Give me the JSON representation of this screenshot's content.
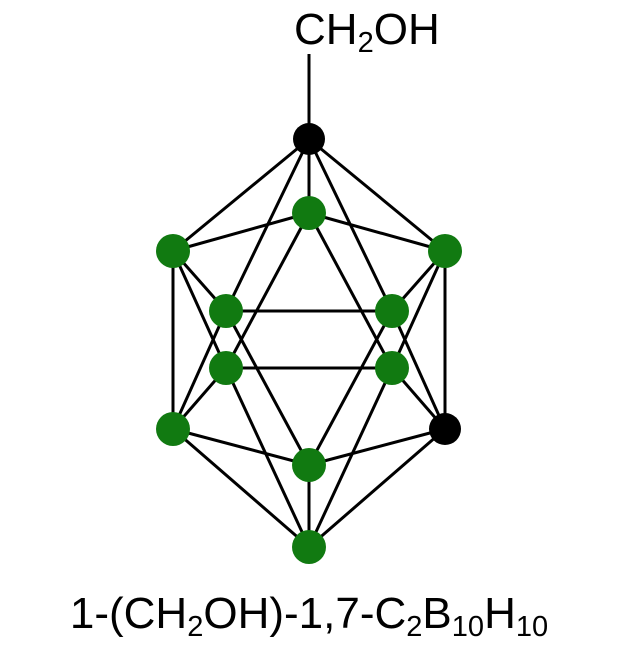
{
  "substituent": {
    "text": "CH",
    "subscript": "2",
    "tail": "OH"
  },
  "caption": {
    "p1": "1-(CH",
    "s1": "2",
    "p2": "OH)-1,7-C",
    "s2": "2",
    "p3": "B",
    "s3": "10",
    "p4": "H",
    "s4": "10"
  },
  "colors": {
    "carbon": "#000000",
    "boron": "#117a11",
    "bond": "#000000",
    "background": "#ffffff"
  },
  "atoms": [
    {
      "id": "C1",
      "element": "carbon"
    },
    {
      "id": "B-front-upper",
      "element": "boron"
    },
    {
      "id": "B-upper-left",
      "element": "boron"
    },
    {
      "id": "B-upper-right",
      "element": "boron"
    },
    {
      "id": "B-mid-left-front",
      "element": "boron"
    },
    {
      "id": "B-mid-right-front",
      "element": "boron"
    },
    {
      "id": "B-mid-left-back",
      "element": "boron"
    },
    {
      "id": "B-mid-right-back",
      "element": "boron"
    },
    {
      "id": "B-lower-left",
      "element": "boron"
    },
    {
      "id": "C7",
      "element": "carbon"
    },
    {
      "id": "B-front-lower",
      "element": "boron"
    },
    {
      "id": "B-bottom",
      "element": "boron"
    }
  ]
}
